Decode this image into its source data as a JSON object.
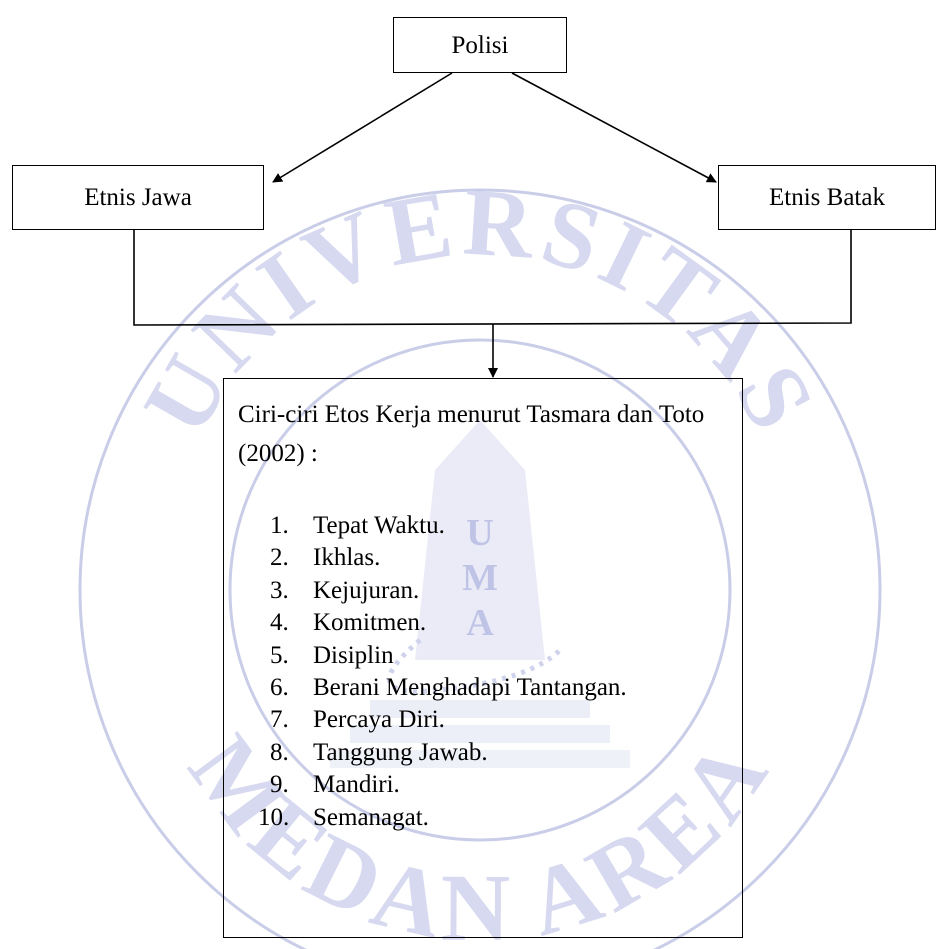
{
  "diagram": {
    "nodes": {
      "root": "Polisi",
      "left": "Etnis Jawa",
      "right": "Etnis Batak"
    },
    "result": {
      "title": "Ciri-ciri Etos Kerja menurut Tasmara dan Toto (2002) :",
      "items": [
        {
          "num": "1.",
          "text": "Tepat Waktu."
        },
        {
          "num": "2.",
          "text": "Ikhlas."
        },
        {
          "num": "3.",
          "text": "Kejujuran."
        },
        {
          "num": "4.",
          "text": "Komitmen."
        },
        {
          "num": "5.",
          "text": "Disiplin"
        },
        {
          "num": "6.",
          "text": "Berani Menghadapi Tantangan."
        },
        {
          "num": "7.",
          "text": "Percaya Diri."
        },
        {
          "num": "8.",
          "text": "Tanggung Jawab."
        },
        {
          "num": "9.",
          "text": "Mandiri."
        },
        {
          "num": "10.",
          "text": "Semanagat."
        }
      ]
    }
  },
  "watermark": {
    "top_text": "UNIVERSITAS",
    "bottom_text": "MEDAN AREA",
    "center_letters": [
      "U",
      "M",
      "A"
    ],
    "color": "#c9cde8"
  }
}
